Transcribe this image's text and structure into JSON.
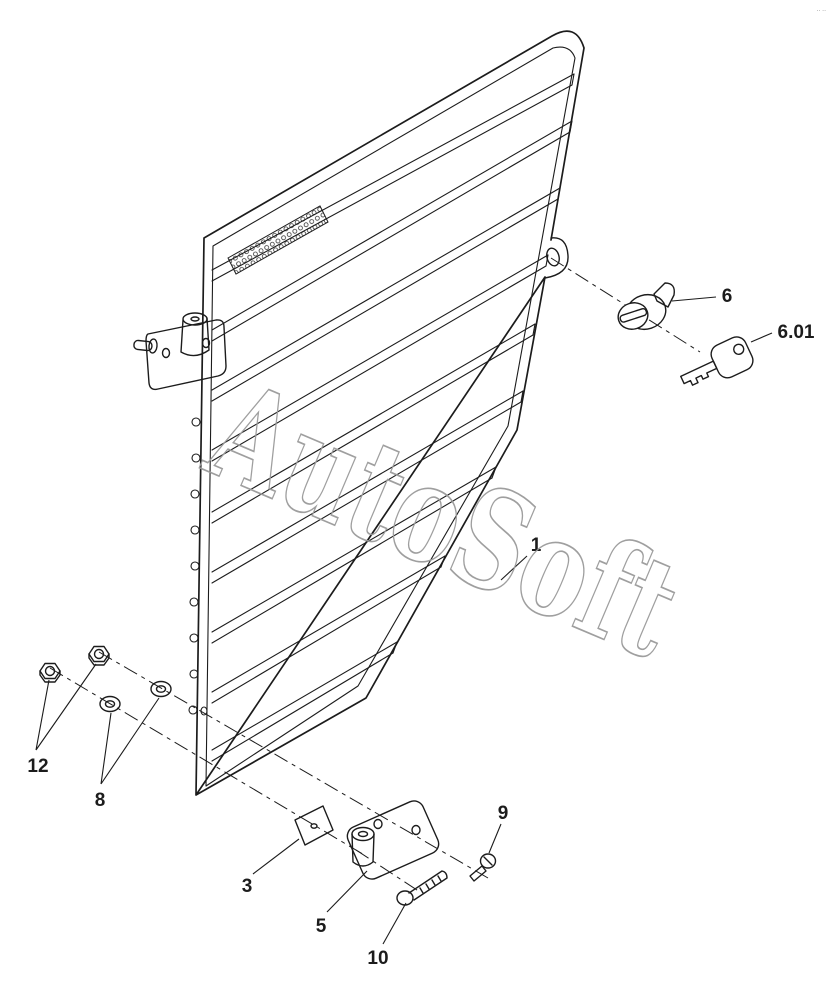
{
  "page": {
    "background": "#ffffff",
    "ink": "#1c1c1c",
    "corner_mark": "·· ··"
  },
  "watermark": {
    "text": "AutoSoft",
    "color": "#9a9a9a"
  },
  "callouts": {
    "c1": "1",
    "c3": "3",
    "c5": "5",
    "c6": "6",
    "c6_01": "6.01",
    "c8": "8",
    "c9": "9",
    "c10": "10",
    "c12": "12"
  }
}
